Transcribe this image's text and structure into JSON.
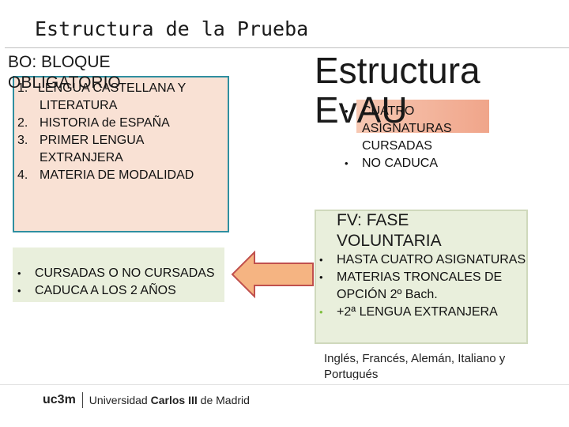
{
  "title": "Estructura de la Prueba",
  "bo": {
    "title_line1": "BO: BLOQUE",
    "title_line2": "OBLIGATORIO",
    "items": [
      {
        "num": "1.",
        "text": "LENGUA CASTELLANA Y LITERATURA"
      },
      {
        "num": "2.",
        "text": "HISTORIA de ESPAÑA"
      },
      {
        "num": "3.",
        "text": "PRIMER LENGUA EXTRANJERA"
      },
      {
        "num": "4.",
        "text": "MATERIA DE MODALIDAD"
      }
    ]
  },
  "left_bullets": [
    "CURSADAS O NO CURSADAS",
    "CADUCA A LOS 2 AÑOS"
  ],
  "evau": {
    "title_line1": "Estructura",
    "title_line2": "EvAU",
    "bullets": [
      "CUATRO ASIGNATURAS CURSADAS",
      "NO CADUCA"
    ]
  },
  "fv": {
    "title_line1": "FV: FASE",
    "title_line2": "VOLUNTARIA",
    "bullets": [
      "HASTA CUATRO ASIGNATURAS",
      "MATERIAS TRONCALES DE OPCIÓN 2º Bach.",
      "+2ª LENGUA EXTRANJERA"
    ]
  },
  "languages": "Inglés, Francés, Alemán, Italiano y Portugués",
  "footer": {
    "uc": "uc3m",
    "name_prefix": "Universidad",
    "name_bold": "Carlos III",
    "name_suffix": "de Madrid"
  },
  "colors": {
    "bo_fill": "#f9e1d4",
    "bo_border": "#2f8fa0",
    "green_fill": "#e9efdc",
    "arrow_fill": "#f5b482",
    "arrow_stroke": "#c0504d"
  }
}
